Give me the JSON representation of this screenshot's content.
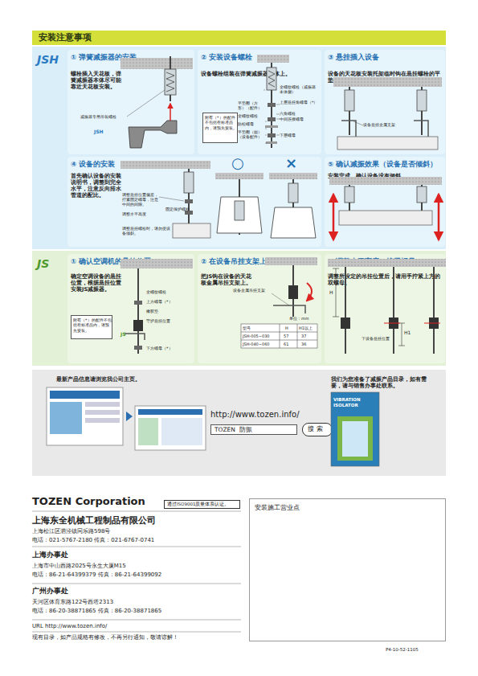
{
  "diagram": {
    "nodes": [
      {
        "text": [
          "安装注意事项"
        ]
      },
      {
        "text": [
          "JSH"
        ]
      },
      {
        "text": [
          "① 弹簧减振器的安装",
          "螺栓插入天花板，弹簧减振器本体尽可能靠近天花板安装。"
        ],
        "in": 1
      },
      {
        "text": [
          "② 安装设备螺栓",
          "设备螺栓组装在弹簧减振器本体上。"
        ],
        "in": 1
      },
      {
        "text": [
          "附有（*）的配件不包括在标准品内，请预先安装。"
        ],
        "in": 3
      },
      {
        "text": [
          "③ 悬挂插入设备",
          "设备的天花板安装托架临时钩在悬挂螺栓的平垫圈上。"
        ],
        "in": 1
      },
      {
        "text": [
          "④ 设备的安装",
          "首先确认设备的安装说明书，调整到完全水平，注意反向排水管道的配比。"
        ],
        "in": 1
      },
      {
        "text": [
          "⑤ 确认减振效果（设备是否倾斜）",
          "安装完成，确认设备没有倾斜。"
        ],
        "in": 1
      },
      {
        "text": [
          "JS"
        ]
      },
      {
        "text": [
          "① 确认空调机的悬挂位置",
          "确定空调设备的悬挂位置，根据悬挂位置安装JS减振器。"
        ],
        "in": 8
      },
      {
        "text": [
          "附有（*）的配件不包括在标准品内，请预先安装。"
        ],
        "in": 9
      },
      {
        "text": [
          "② 在设备吊挂支架上安装JS",
          "把JS钩在设备的天花板金属吊挂支架上。"
        ],
        "in": 8
      },
      {
        "text": [
          "③ 调整水平高度，拧紧螺母",
          "调整所设定的吊挂位置后，请用手拧紧上方的双螺母。"
        ],
        "in": 8
      },
      {
        "text": [
          "最新产品信息请浏览我公司主页。",
          "我们为您准备了减振产品目录，如有需要，请与销售办事处联系。"
        ]
      },
      {
        "text": [
          "TOZEN  防振"
        ],
        "in": 13
      },
      {
        "text": [
          "搜 索"
        ],
        "in": 13
      },
      {
        "text": [
          "通过ISO9001质量体系认证。"
        ]
      },
      {
        "text": [
          "安装施工营业点"
        ]
      }
    ],
    "labels": [
      "减振器专用吊装螺栓",
      "JSH",
      "平垫圈（方形）（配件）",
      "全螺纹螺栓",
      "防松螺母",
      "平垫圈（圆）（设备配件）",
      "全螺纹螺栓（减振器本体侧）",
      "上层悬挂角螺母（*）",
      "六角螺栓",
      "中间连接螺母",
      "下层螺母",
      "设备悬挂金属支架",
      "调整悬挂位置偏差，拧紧固定螺母，注意中间的间隙。",
      "调整水平高度",
      "固定保护螺栓",
      "调整悬挂螺栓时，请勿使设备倾斜。",
      "○",
      "×",
      "全螺纹螺栓",
      "上方螺母（*）",
      "橡胶垫",
      "守护悬挂位置",
      "JS",
      "下方螺母（*）",
      "设备金属吊挂支架",
      "单位：mm",
      "型号",
      "H",
      "H1以上",
      "JSH-005~030",
      "57",
      "37",
      "JSH-040~060",
      "61",
      "36",
      "H",
      "H1",
      "下设备悬挂位置",
      "http://www.tozen.info/",
      "VIBRATION ISOLATOR",
      "TOZEN Corporation",
      "上海东全机械工程制品有限公司",
      "上海松江区泗泾镇同乐路598号",
      "电话：021-5767-2180  传真：021-6767-0741",
      "上海办事处",
      "上海市中山西路2025号永生大厦M15",
      "电话：86-21-64399379  传真：86-21-64399092",
      "广州办事处",
      "天河区体育东路122号西塔2313",
      "电话：86-20-38871865  传真：86-20-38871865",
      "URL http://www.tozen.info/",
      "现有目录，如产品规格有修改，不再另行通知，敬请谅解！",
      "P4-10-52-1105"
    ]
  }
}
